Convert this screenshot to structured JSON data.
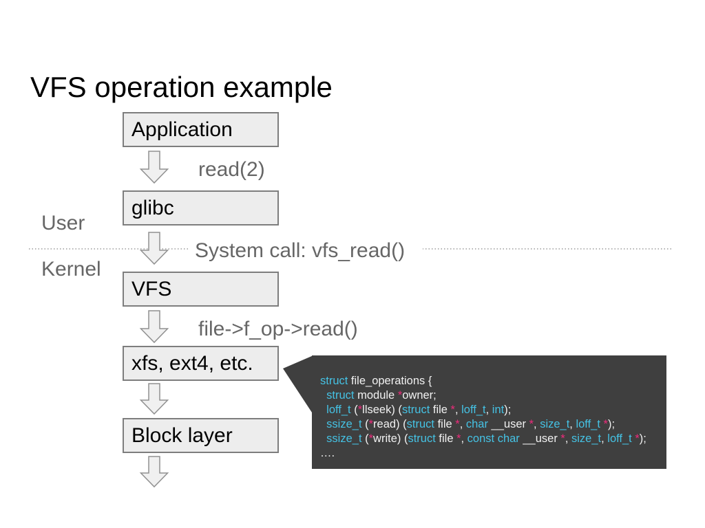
{
  "title": "VFS operation example",
  "zones": {
    "user": "User",
    "kernel": "Kernel"
  },
  "flow": {
    "boxes": [
      {
        "label": "Application"
      },
      {
        "label": "glibc"
      },
      {
        "label": "VFS"
      },
      {
        "label": "xfs, ext4, etc."
      },
      {
        "label": "Block layer"
      }
    ],
    "arrow_labels": {
      "read": "read(2)",
      "syscall": "System call: vfs_read()",
      "fop": "file->f_op->read()"
    }
  },
  "callout": {
    "lines": [
      {
        "tokens": [
          {
            "t": "struct",
            "c": "kw"
          },
          {
            "t": " file_operations {",
            "c": "pl"
          }
        ]
      },
      {
        "tokens": [
          {
            "t": "  ",
            "c": "pl"
          },
          {
            "t": "struct",
            "c": "kw"
          },
          {
            "t": " module ",
            "c": "pl"
          },
          {
            "t": "*",
            "c": "ptr"
          },
          {
            "t": "owner;",
            "c": "pl"
          }
        ]
      },
      {
        "tokens": [
          {
            "t": "  ",
            "c": "pl"
          },
          {
            "t": "loff_t",
            "c": "kw"
          },
          {
            "t": " (",
            "c": "pl"
          },
          {
            "t": "*",
            "c": "ptr"
          },
          {
            "t": "llseek) (",
            "c": "pl"
          },
          {
            "t": "struct",
            "c": "kw"
          },
          {
            "t": " file ",
            "c": "pl"
          },
          {
            "t": "*",
            "c": "ptr"
          },
          {
            "t": ", ",
            "c": "pl"
          },
          {
            "t": "loff_t",
            "c": "kw"
          },
          {
            "t": ", ",
            "c": "pl"
          },
          {
            "t": "int",
            "c": "kw"
          },
          {
            "t": ");",
            "c": "pl"
          }
        ]
      },
      {
        "tokens": [
          {
            "t": "  ",
            "c": "pl"
          },
          {
            "t": "ssize_t",
            "c": "kw"
          },
          {
            "t": " (",
            "c": "pl"
          },
          {
            "t": "*",
            "c": "ptr"
          },
          {
            "t": "read) (",
            "c": "pl"
          },
          {
            "t": "struct",
            "c": "kw"
          },
          {
            "t": " file ",
            "c": "pl"
          },
          {
            "t": "*",
            "c": "ptr"
          },
          {
            "t": ", ",
            "c": "pl"
          },
          {
            "t": "char",
            "c": "kw"
          },
          {
            "t": " __user ",
            "c": "pl"
          },
          {
            "t": "*",
            "c": "ptr"
          },
          {
            "t": ", ",
            "c": "pl"
          },
          {
            "t": "size_t",
            "c": "kw"
          },
          {
            "t": ", ",
            "c": "pl"
          },
          {
            "t": "loff_t",
            "c": "kw"
          },
          {
            "t": " ",
            "c": "pl"
          },
          {
            "t": "*",
            "c": "ptr"
          },
          {
            "t": ");",
            "c": "pl"
          }
        ]
      },
      {
        "tokens": [
          {
            "t": "  ",
            "c": "pl"
          },
          {
            "t": "ssize_t",
            "c": "kw"
          },
          {
            "t": " (",
            "c": "pl"
          },
          {
            "t": "*",
            "c": "ptr"
          },
          {
            "t": "write) (",
            "c": "pl"
          },
          {
            "t": "struct",
            "c": "kw"
          },
          {
            "t": " file ",
            "c": "pl"
          },
          {
            "t": "*",
            "c": "ptr"
          },
          {
            "t": ", ",
            "c": "pl"
          },
          {
            "t": "const char",
            "c": "kw"
          },
          {
            "t": " __user ",
            "c": "pl"
          },
          {
            "t": "*",
            "c": "ptr"
          },
          {
            "t": ", ",
            "c": "pl"
          },
          {
            "t": "size_t",
            "c": "kw"
          },
          {
            "t": ", ",
            "c": "pl"
          },
          {
            "t": "loff_t",
            "c": "kw"
          },
          {
            "t": " ",
            "c": "pl"
          },
          {
            "t": "*",
            "c": "ptr"
          },
          {
            "t": ");",
            "c": "pl"
          }
        ]
      },
      {
        "tokens": [
          {
            "t": "….",
            "c": "pl"
          }
        ]
      }
    ]
  },
  "colors": {
    "keyword": "#45c2e4",
    "pointer": "#ee2a7b",
    "code_bg": "#3f3f3f",
    "code_text": "#f1f1f1",
    "muted_text": "#666666",
    "box_fill": "#ededed",
    "box_border": "#7d7d7d",
    "arrow_fill": "#f0f0f0",
    "arrow_border": "#909090",
    "dotted_line": "#999999"
  }
}
